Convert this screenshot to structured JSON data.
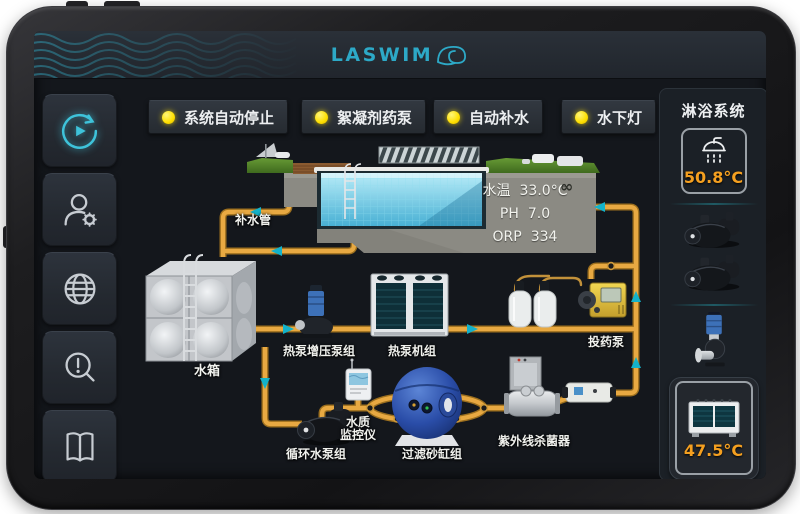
{
  "brand": {
    "logo_text": "LASWIM"
  },
  "sidebar": {
    "items": [
      {
        "icon": "sync-play-icon",
        "active": true
      },
      {
        "icon": "user-settings-icon",
        "active": false
      },
      {
        "icon": "globe-icon",
        "active": false
      },
      {
        "icon": "search-alert-icon",
        "active": false
      },
      {
        "icon": "manual-book-icon",
        "active": false
      }
    ]
  },
  "status_buttons": [
    {
      "label": "系统自动停止",
      "indicator": "on"
    },
    {
      "label": "絮凝剂药泵",
      "indicator": "on"
    },
    {
      "label": "自动补水",
      "indicator": "on"
    },
    {
      "label": "水下灯",
      "indicator": "on"
    }
  ],
  "pool": {
    "supply_pipe_label": "补水管",
    "infinity_mark": "∞",
    "metrics": [
      {
        "label": "水温",
        "value": "33.0°C"
      },
      {
        "label": "PH",
        "value": "7.0"
      },
      {
        "label": "ORP",
        "value": "334"
      }
    ]
  },
  "equipment": {
    "water_tank": "水箱",
    "booster_pump_group": "热泵增压泵组",
    "heat_pump_unit": "热泵机组",
    "dosing_pump": "投药泵",
    "water_quality_monitor_line1": "水质",
    "water_quality_monitor_line2": "监控仪",
    "circulation_pump_group": "循环水泵组",
    "sand_filter_group": "过滤砂缸组",
    "uv_sterilizer": "紫外线杀菌器"
  },
  "shower_panel": {
    "title": "淋浴系统",
    "shower_temp": "50.8°C",
    "heater_temp": "47.5°C"
  },
  "colors": {
    "accent_cyan": "#3EC3DA",
    "pipe_yellow": "#E5A63E",
    "indicator_yellow": "#FFE100",
    "temp_orange": "#F5A020"
  }
}
